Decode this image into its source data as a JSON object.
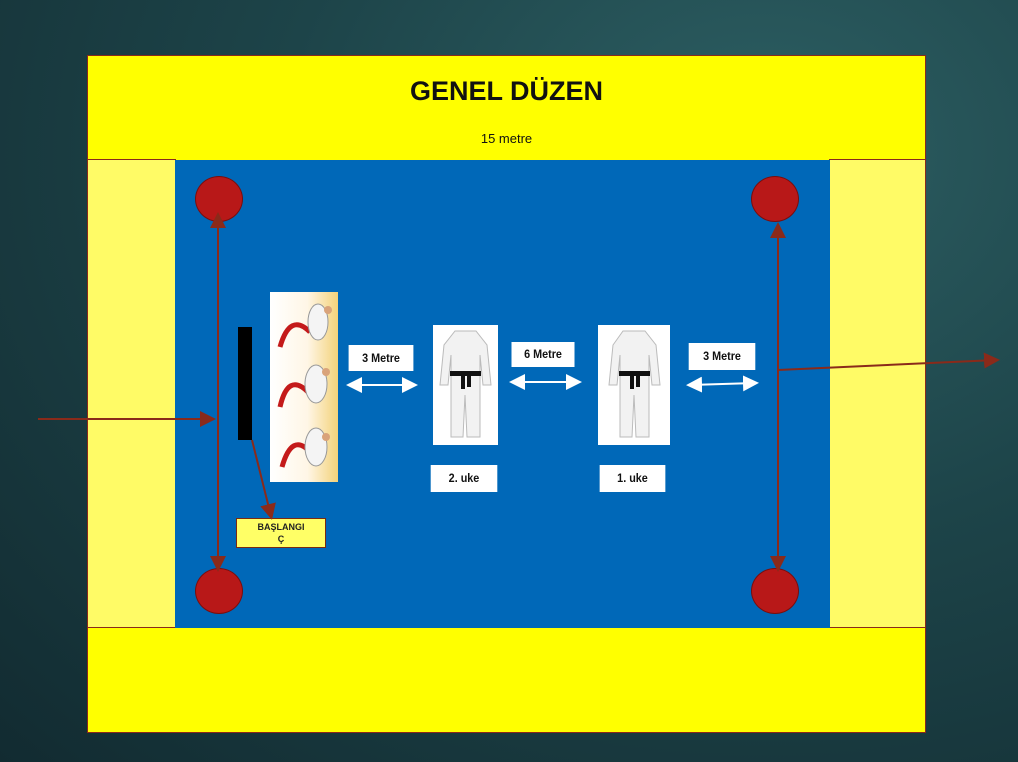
{
  "diagram": {
    "title": "GENEL DÜZEN",
    "top_width_label": "15 metre",
    "distances": {
      "left_gap": "3 Metre",
      "middle_gap": "6 Metre",
      "right_gap": "3 Metre"
    },
    "uke_labels": {
      "second": "2. uke",
      "first": "1. uke"
    },
    "start_label": "BAŞLANGIÇ",
    "colors": {
      "safety_area": "#ffff00",
      "competition_area": "#0068b8",
      "corner_markers": "#b81818",
      "arrows": "#8a2a1a"
    }
  }
}
